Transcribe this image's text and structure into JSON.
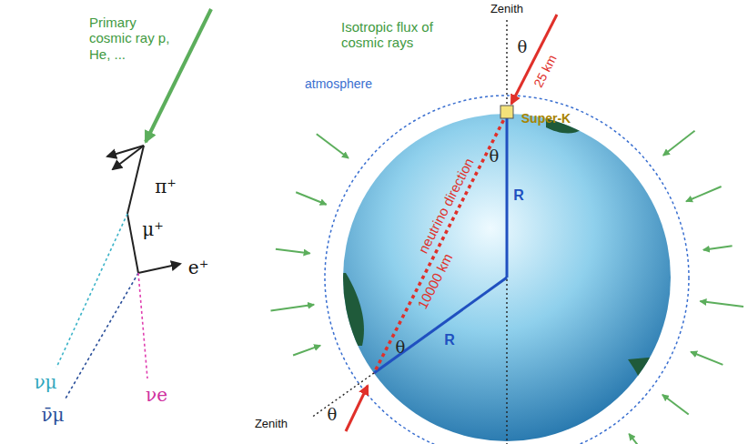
{
  "diagram": {
    "labels": [
      "Primary cosmic ray p, He, ...",
      "π⁺",
      "μ⁺",
      "e⁺",
      "νμ",
      "ν̄μ",
      "νe",
      "Isotropic flux of cosmic rays",
      "Zenith",
      "Zenith",
      "θ",
      "θ",
      "θ",
      "θ",
      "atmosphere",
      "Super-K",
      "R",
      "R",
      "neutrino direction",
      "10000 km",
      "25 km"
    ]
  }
}
